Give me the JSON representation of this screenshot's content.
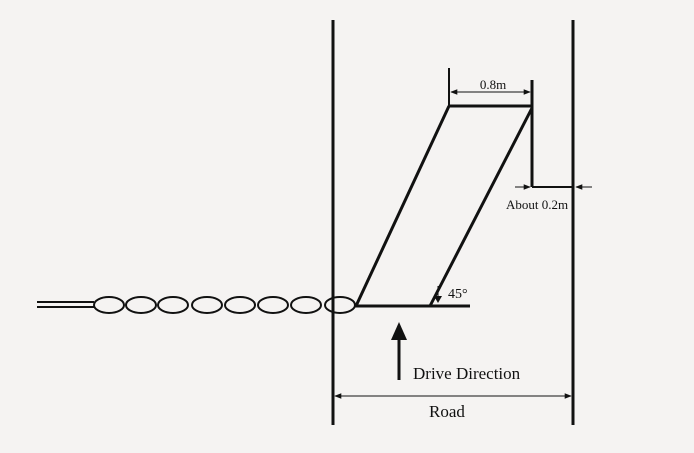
{
  "labels": {
    "top_width": "0.8m",
    "side_gap": "About 0.2m",
    "angle": "45°",
    "direction": "Drive Direction",
    "road": "Road"
  },
  "colors": {
    "background": "#f5f3f2",
    "ink": "#111111"
  }
}
